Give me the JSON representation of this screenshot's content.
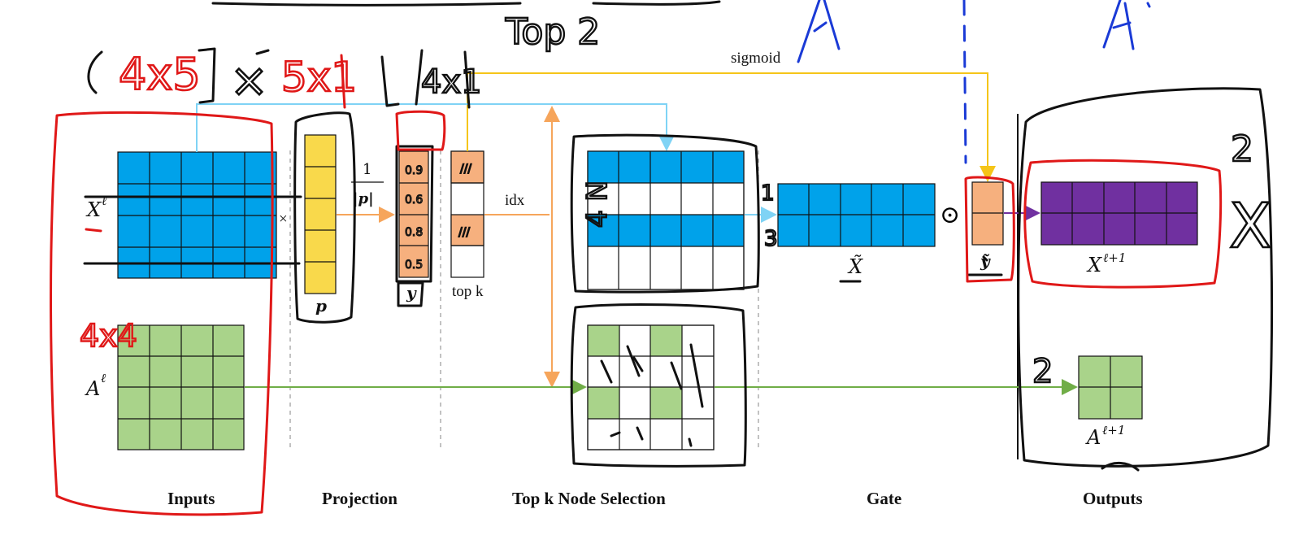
{
  "stages": {
    "inputs": "Inputs",
    "projection": "Projection",
    "topk": "Top k Node Selection",
    "gate": "Gate",
    "outputs": "Outputs"
  },
  "labels": {
    "x_l": "X",
    "x_l_sup": "ℓ",
    "a_l": "A",
    "a_l_sup": "ℓ",
    "p": "p",
    "y": "y",
    "frac_num": "1",
    "frac_den": "|p|",
    "top_k": "top k",
    "idx": "idx",
    "sigmoid": "sigmoid",
    "x_tilde": "X̃",
    "y_tilde": "ỹ",
    "x_next": "X",
    "x_next_sup": "ℓ+1",
    "a_next": "A",
    "a_next_sup": "ℓ+1",
    "times": "×",
    "odot": "⊙"
  },
  "annotations": {
    "dims_4x5": "4x5",
    "dims_5x1": "5x1",
    "dims_4x1": "4x1",
    "top2": "Top 2",
    "four_x_four": "4x4",
    "four_n": "4 N",
    "y_vals": [
      "0.9",
      "0.6",
      "0.8",
      "0.5"
    ],
    "topk_marks": [
      "///",
      "///"
    ],
    "row_marks": [
      "1",
      "3"
    ],
    "out_marks": [
      "2",
      "X",
      "2"
    ],
    "blue_letters": [
      "A",
      "A"
    ]
  },
  "colors": {
    "blue": "#00a2ea",
    "yellow": "#f9d94b",
    "orange": "#f6b07e",
    "green": "#a9d38a",
    "purple": "#7030a0",
    "arrow_orange": "#f6a55b",
    "arrow_yellow": "#f5c518",
    "arrow_blue": "#7fd3f5",
    "arrow_green": "#70ad47",
    "ink_red": "#e01818",
    "ink_blue": "#1a3ad6"
  }
}
